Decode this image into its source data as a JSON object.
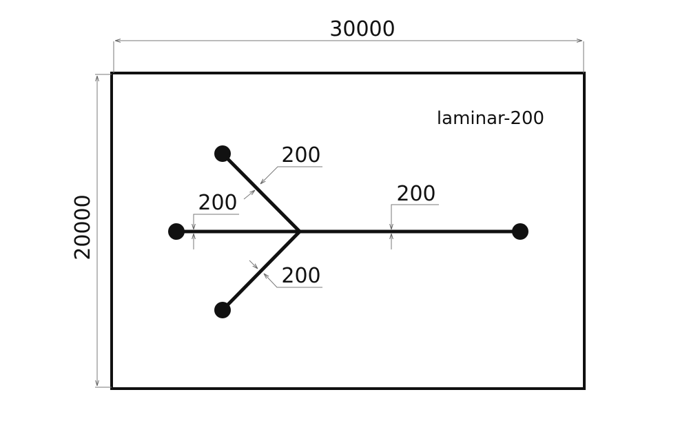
{
  "dimensions": {
    "width_label": "30000",
    "height_label": "20000"
  },
  "slab_label": "laminar-200",
  "thickness_labels": {
    "upper_branch": "200",
    "left_branch": "200",
    "right_branch": "200",
    "lower_branch": "200"
  },
  "colors": {
    "line": "#111111",
    "dimension": "#777777",
    "background": "#ffffff"
  }
}
